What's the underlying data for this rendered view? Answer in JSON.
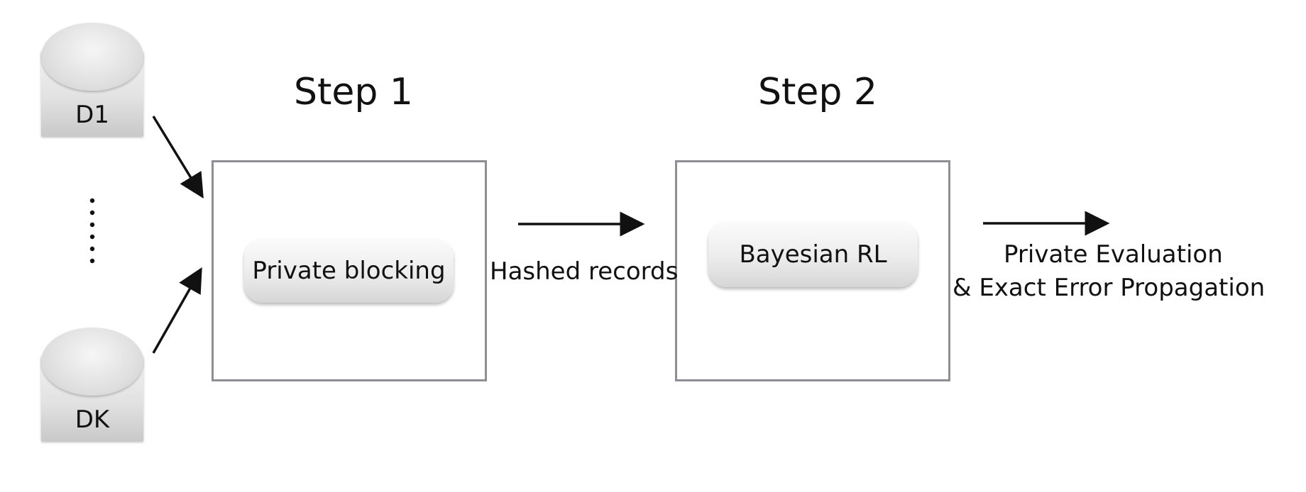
{
  "databases": [
    {
      "label": "D1"
    },
    {
      "label": "DK"
    }
  ],
  "ellipsis": "......",
  "steps": [
    {
      "title": "Step 1",
      "process": "Private blocking"
    },
    {
      "title": "Step 2",
      "process": "Bayesian RL"
    }
  ],
  "edges": {
    "hashed_records": "Hashed records",
    "output_line1": "Private Evaluation",
    "output_line2": "& Exact Error Propagation"
  },
  "colors": {
    "box_border": "#8e8e94",
    "arrow": "#111111"
  }
}
